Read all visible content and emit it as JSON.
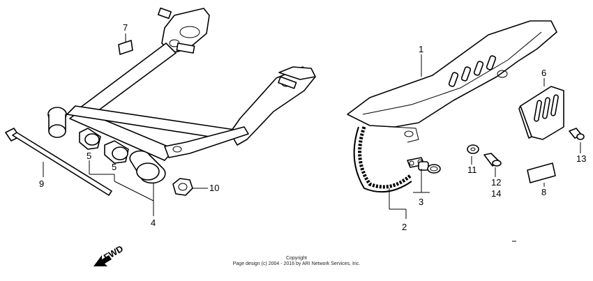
{
  "callouts": {
    "c1": "1",
    "c2": "2",
    "c3": "3",
    "c4": "4",
    "c5a": "5",
    "c5b": "5",
    "c6": "6",
    "c7": "7",
    "c8": "8",
    "c9": "9",
    "c10": "10",
    "c11": "11",
    "c12": "12",
    "c13": "13",
    "c14": "14"
  },
  "fwd_label": "FWD",
  "copyright": {
    "line1": "Copyright",
    "line2": "Page design (c) 2004 - 2016 by ARI Network Services, Inc."
  },
  "colors": {
    "ink": "#000000",
    "paper": "#ffffff"
  }
}
